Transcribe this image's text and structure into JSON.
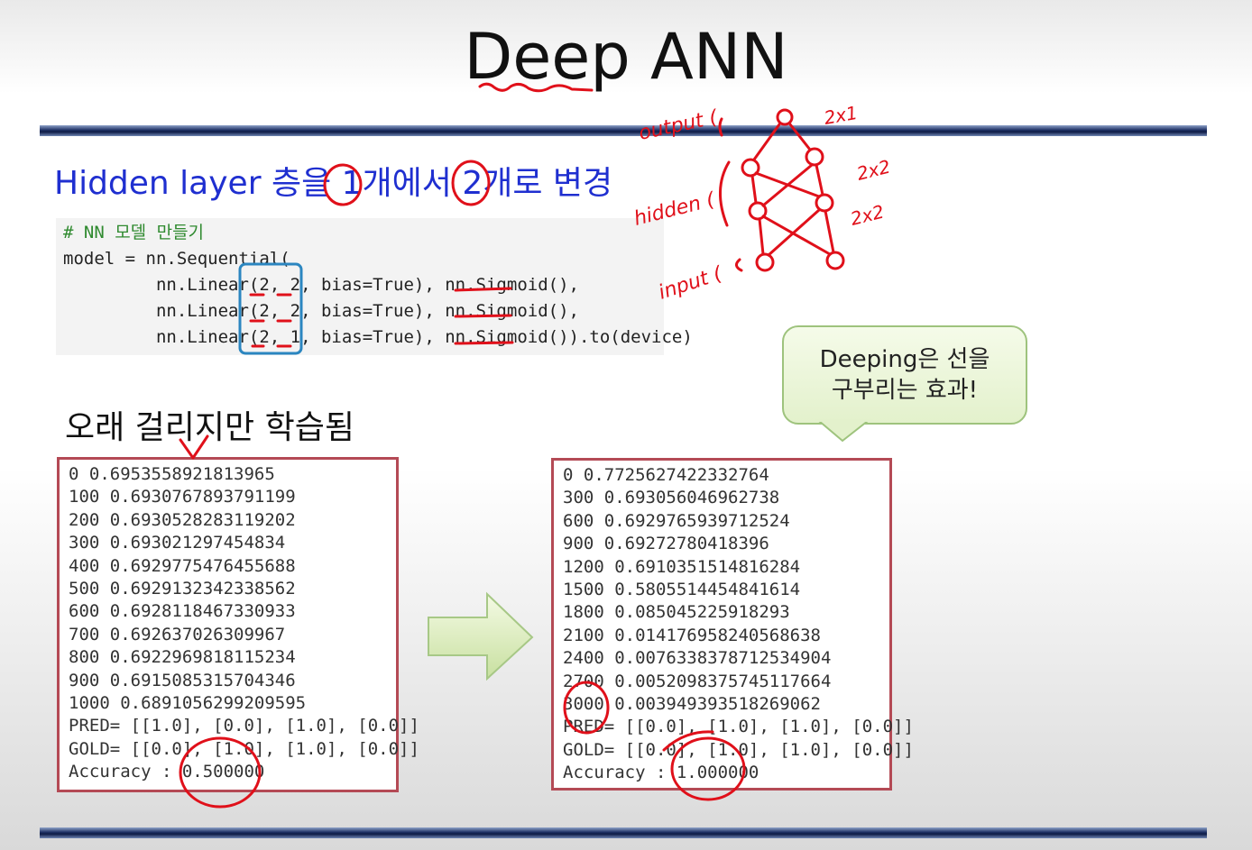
{
  "slide": {
    "title": "Deep ANN",
    "subtitle": "Hidden layer 층을 1개에서 2개로 변경",
    "note": "오래 걸리지만 학습됨",
    "bubble": [
      "Deeping은 선을",
      "구부리는 효과!"
    ]
  },
  "code": {
    "lines": [
      "# NN 모델 만들기",
      "model = nn.Sequential(",
      "         nn.Linear(2, 2, bias=True), nn.Sigmoid(),",
      "         nn.Linear(2, 2, bias=True), nn.Sigmoid(),",
      "         nn.Linear(2, 1, bias=True), nn.Sigmoid()).to(device)"
    ]
  },
  "log_left": [
    "0 0.6953558921813965",
    "100 0.6930767893791199",
    "200 0.6930528283119202",
    "300 0.693021297454834",
    "400 0.6929775476455688",
    "500 0.6929132342338562",
    "600 0.6928118467330933",
    "700 0.692637026309967",
    "800 0.6922969818115234",
    "900 0.6915085315704346",
    "1000 0.6891056299209595",
    "PRED= [[1.0], [0.0], [1.0], [0.0]]",
    "GOLD= [[0.0], [1.0], [1.0], [0.0]]",
    "Accuracy : 0.500000"
  ],
  "log_right": [
    "0 0.7725627422332764",
    "300 0.693056046962738",
    "600 0.6929765939712524",
    "900 0.69272780418396",
    "1200 0.6910351514816284",
    "1500 0.5805514454841614",
    "1800 0.085045225918293",
    "2100 0.014176958240568638",
    "2400 0.0076338378712534904",
    "2700 0.0052098375745117664",
    "3000 0.003949393518269062",
    "PRED= [[0.0], [1.0], [1.0], [0.0]]",
    "GOLD= [[0.0], [1.0], [1.0], [0.0]]",
    "Accuracy : 1.000000"
  ],
  "handwriting": {
    "output": "output (",
    "hidden": "hidden (",
    "input": "input (",
    "d1": "2x1",
    "d2": "2x2",
    "d3": "2x2"
  },
  "colors": {
    "annotation": "#e0101a",
    "title_underline": "#d81020",
    "subtitle": "#1f2fd0",
    "code_box": "#2b86c0"
  }
}
